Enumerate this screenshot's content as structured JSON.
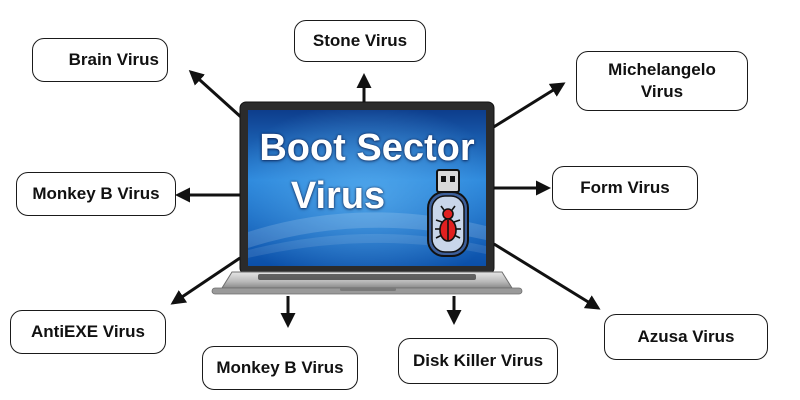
{
  "center": {
    "line1": "Boot Sector",
    "line2": "Virus"
  },
  "nodes": {
    "brain": "Brain Virus",
    "stone": "Stone Virus",
    "michelangelo_1": "Michelangelo",
    "michelangelo_2": "Virus",
    "monkey_b_left": "Monkey B Virus",
    "form": "Form Virus",
    "antiexe": "AntiEXE Virus",
    "monkey_b_bottom": "Monkey B Virus",
    "disk_killer": "Disk Killer Virus",
    "azusa": "Azusa Virus"
  },
  "colors": {
    "screen_top": "#0d3d8c",
    "screen_mid": "#1f78d0",
    "screen_bottom": "#0b4fa8",
    "bezel": "#222222",
    "bug": "#e12020",
    "usb": "#3d5f9a"
  },
  "icons": [
    "laptop-icon",
    "usb-drive-icon",
    "bug-icon"
  ]
}
